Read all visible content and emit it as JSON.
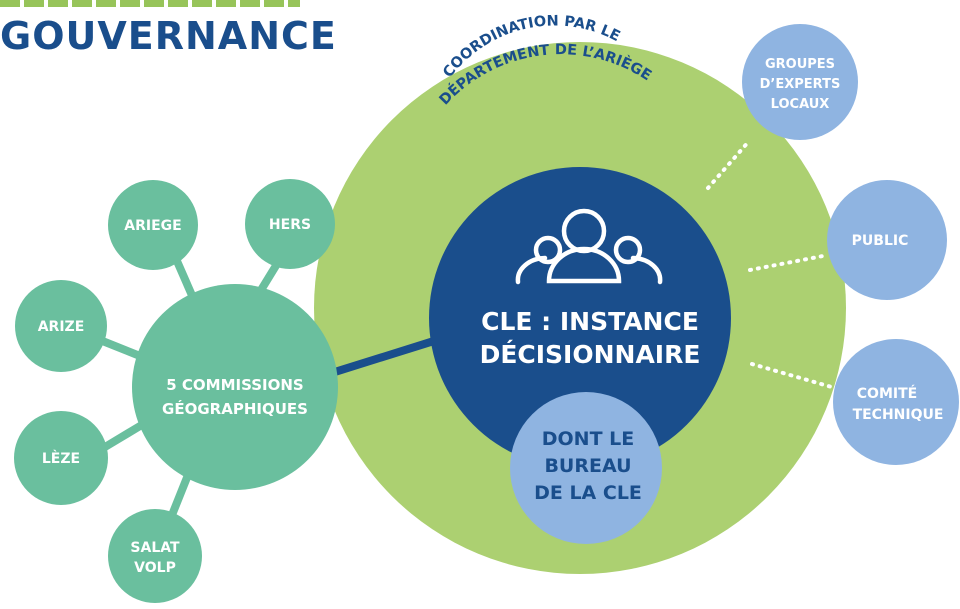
{
  "title": "GOUVERNANCE",
  "coordination": {
    "line1": "COORDINATION PAR LE",
    "line2": "DÉPARTEMENT DE L’ARIÈGE"
  },
  "cle": {
    "line1": "CLE : INSTANCE",
    "line2": "DÉCISIONNAIRE",
    "icon": "people-group-icon"
  },
  "bureau": [
    "DONT LE",
    "BUREAU",
    "DE LA CLE"
  ],
  "commissions": {
    "center": [
      "5 COMMISSIONS",
      "GÉOGRAPHIQUES"
    ],
    "satellites": [
      [
        "ARIEGE"
      ],
      [
        "HERS"
      ],
      [
        "ARIZE"
      ],
      [
        "LÈZE"
      ],
      [
        "SALAT",
        "VOLP"
      ]
    ]
  },
  "experts": [
    [
      "GROUPES",
      "D’EXPERTS",
      "LOCAUX"
    ],
    [
      "PUBLIC"
    ],
    [
      "COMITÉ",
      "TECHNIQUE"
    ]
  ],
  "colors": {
    "title": "#1a4e8c",
    "outer_green": "#acd071",
    "cle_blue": "#1a4e8c",
    "light_blue": "#8fb4e1",
    "teal": "#6abf9e",
    "dark_text": "#1a4e8c",
    "white": "#ffffff"
  }
}
